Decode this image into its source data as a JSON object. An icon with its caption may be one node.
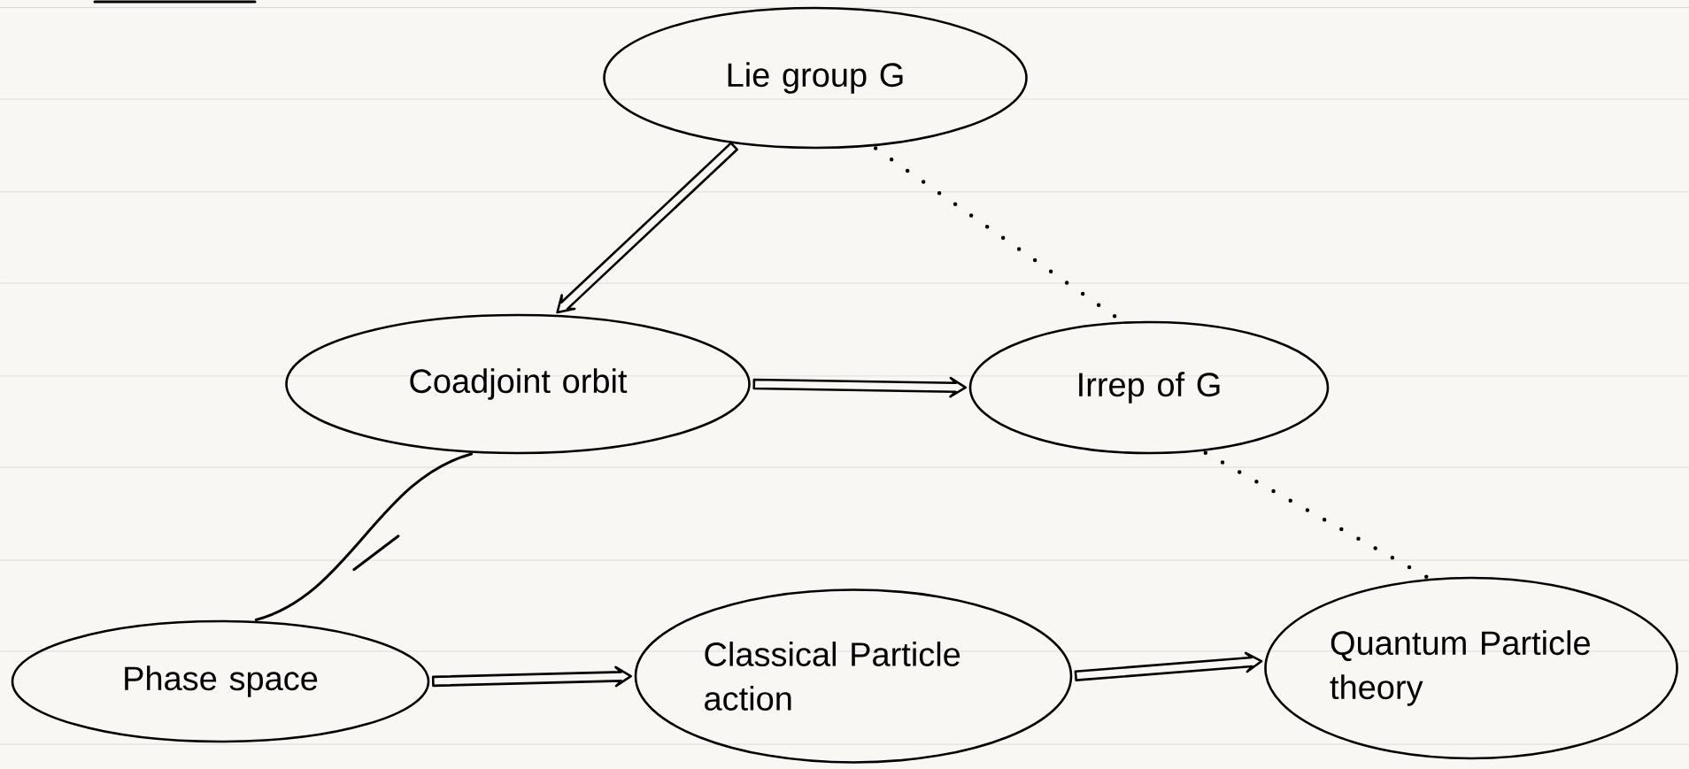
{
  "diagram": {
    "nodes": [
      {
        "text": [
          "Lie group G"
        ]
      },
      {
        "text": [
          "Coadjoint orbit"
        ]
      },
      {
        "text": [
          "Irrep of G"
        ]
      },
      {
        "text": [
          "Phase space"
        ]
      },
      {
        "text": [
          "Classical Particle action"
        ]
      },
      {
        "text": [
          "Quantum Particle theory"
        ]
      }
    ],
    "edges": [
      {
        "from": 0,
        "to": 1,
        "arrow": "to"
      },
      {
        "from": 1,
        "to": 2,
        "arrow": "to"
      },
      {
        "from": 0,
        "to": 2,
        "arrow": "none",
        "style": "dashed"
      },
      {
        "from": 1,
        "to": 3,
        "arrow": "none"
      },
      {
        "from": 3,
        "to": 4,
        "arrow": "to"
      },
      {
        "from": 4,
        "to": 5,
        "arrow": "to"
      },
      {
        "from": 2,
        "to": 5,
        "arrow": "none",
        "style": "dashed"
      }
    ]
  }
}
